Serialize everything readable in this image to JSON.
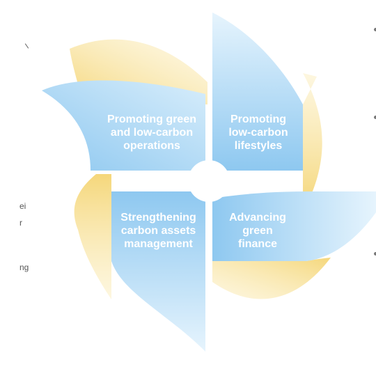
{
  "colors": {
    "blue": "#8ec8f0",
    "blue_light": "#d7edfb",
    "yellow": "#f5d77b",
    "yellow_light": "#fbeec0",
    "text_on_petal": "#ffffff"
  },
  "petals": [
    {
      "id": "green-operations",
      "lines": [
        "Promoting green",
        "and low-carbon",
        "operations"
      ]
    },
    {
      "id": "low-carbon-lifestyles",
      "lines": [
        "Promoting",
        "low-carbon",
        "lifestyles"
      ]
    },
    {
      "id": "carbon-assets",
      "lines": [
        "Strengthening",
        "carbon assets",
        "management"
      ]
    },
    {
      "id": "green-finance",
      "lines": [
        "Advancing",
        "green",
        "finance"
      ]
    }
  ],
  "left_fragments": [
    {
      "text": "ei"
    },
    {
      "text": "r"
    },
    {
      "text": "ng"
    }
  ]
}
